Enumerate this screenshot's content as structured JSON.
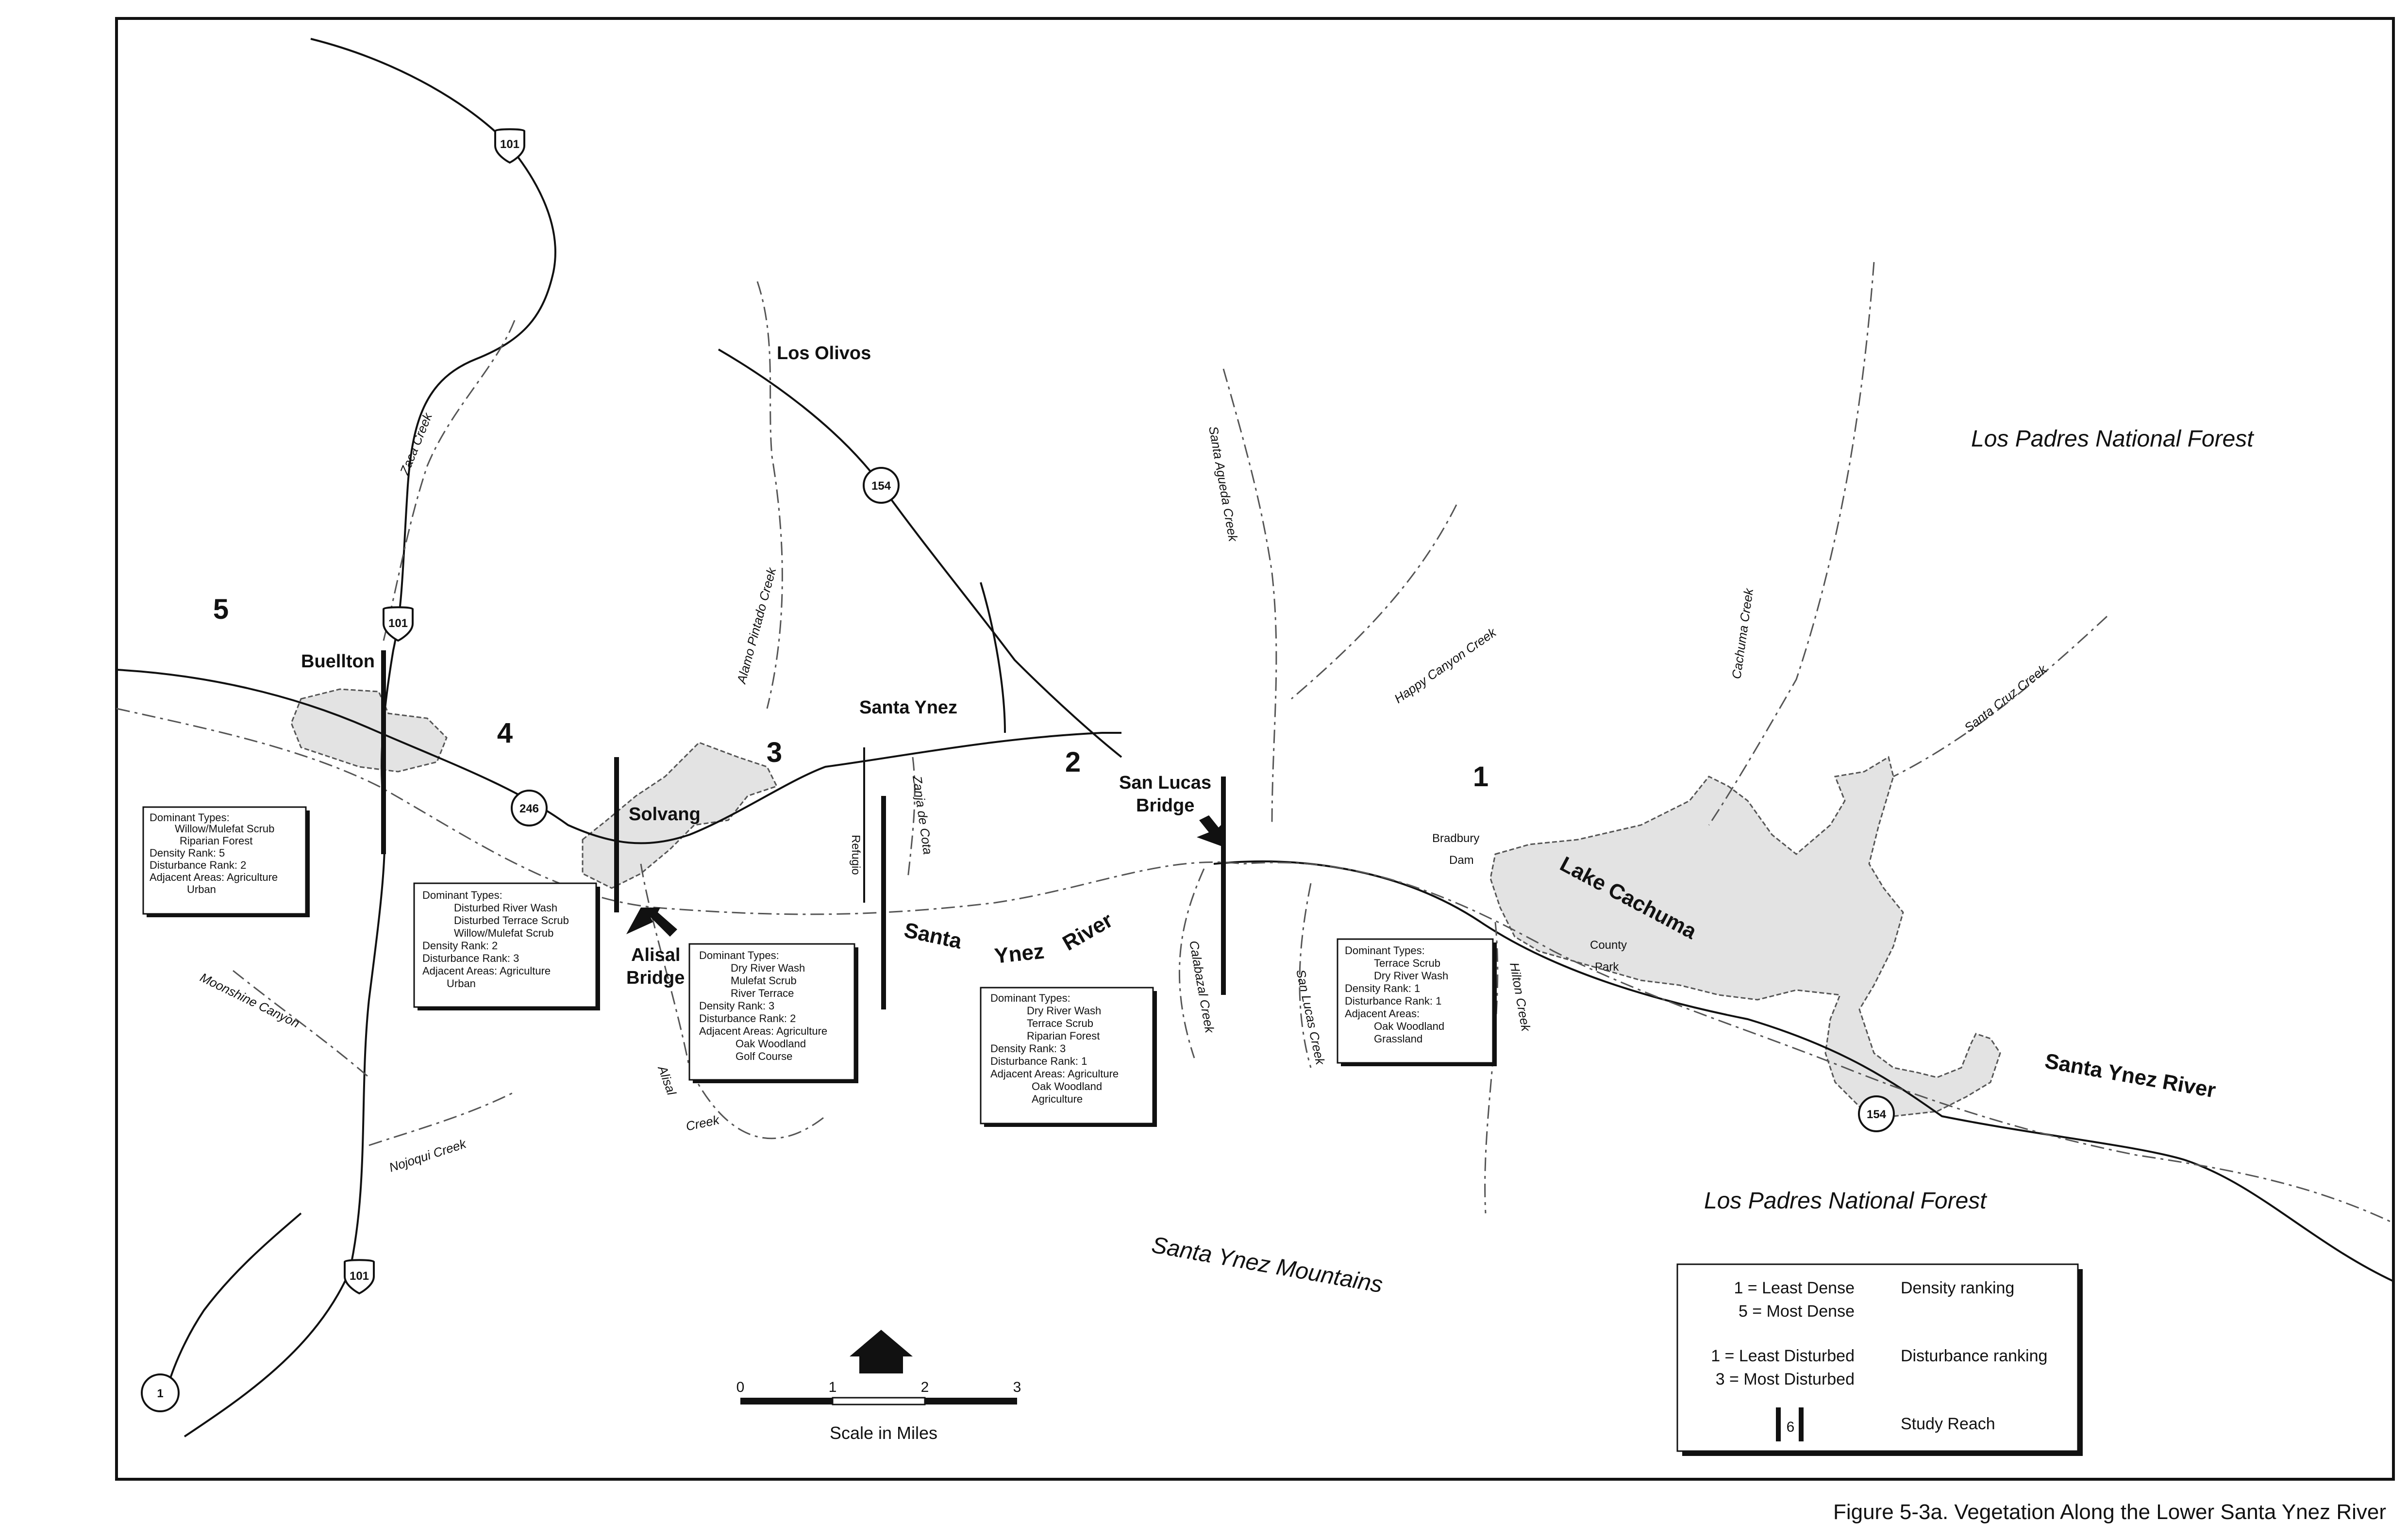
{
  "figure_caption": "Figure 5-3a.  Vegetation Along the Lower Santa Ynez River",
  "places": {
    "los_olivos": "Los Olivos",
    "buellton": "Buellton",
    "santa_ynez": "Santa Ynez",
    "solvang": "Solvang",
    "san_lucas_bridge_1": "San Lucas",
    "san_lucas_bridge_2": "Bridge",
    "alisal_bridge_1": "Alisal",
    "alisal_bridge_2": "Bridge",
    "bradbury_1": "Bradbury",
    "bradbury_2": "Dam",
    "county_park_1": "County",
    "county_park_2": "Park",
    "refugio": "Refugio",
    "lake_cachuma": "Lake Cachuma",
    "santa_ynez_river_main": "Santa Ynez River",
    "santa_ynez_river_word1": "Santa",
    "santa_ynez_river_word2": "Ynez",
    "santa_ynez_river_word3": "River",
    "forest_north": "Los Padres National Forest",
    "forest_south": "Los Padres National Forest",
    "mountains": "Santa Ynez Mountains"
  },
  "creeks": {
    "zaca": "Zaca Creek",
    "alamo_pintado": "Alamo Pintado Creek",
    "santa_agueda": "Santa Agueda Creek",
    "happy_canyon": "Happy Canyon Creek",
    "cachuma": "Cachuma Creek",
    "santa_cruz": "Santa Cruz Creek",
    "zanja_de_cota": "Zanja de Cota",
    "calabazal": "Calabazal Creek",
    "san_lucas": "San Lucas Creek",
    "hilton": "Hilton Creek",
    "alisal_1": "Alisal",
    "alisal_2": "Creek",
    "moonshine": "Moonshine Canyon",
    "nojoqui": "Nojoqui Creek"
  },
  "highways": {
    "h101_north": "101",
    "h101_buellton": "101",
    "h101_south": "101",
    "h154_north": "154",
    "h154_east": "154",
    "h246": "246",
    "h1": "1"
  },
  "reaches": {
    "r1": "1",
    "r2": "2",
    "r3": "3",
    "r4": "4",
    "r5": "5"
  },
  "info_boxes": [
    {
      "lines": [
        "Dominant Types:",
        "Willow/Mulefat Scrub",
        "Riparian Forest",
        "Density Rank:  5",
        "Disturbance Rank: 2",
        "Adjacent Areas: Agriculture",
        "Urban"
      ]
    },
    {
      "lines": [
        "Dominant Types:",
        "Disturbed River Wash",
        "Disturbed Terrace Scrub",
        "Willow/Mulefat Scrub",
        "Density Rank: 2",
        "Disturbance Rank: 3",
        "Adjacent Areas: Agriculture",
        "Urban"
      ]
    },
    {
      "lines": [
        "Dominant Types:",
        "Dry River Wash",
        "Mulefat Scrub",
        "River Terrace",
        "Density Rank: 3",
        "Disturbance Rank: 2",
        "Adjacent Areas: Agriculture",
        "Oak Woodland",
        "Golf Course"
      ]
    },
    {
      "lines": [
        "Dominant Types:",
        "Dry River Wash",
        "Terrace Scrub",
        "Riparian Forest",
        "Density Rank: 3",
        "Disturbance Rank: 1",
        "Adjacent Areas: Agriculture",
        "Oak Woodland",
        "Agriculture"
      ]
    },
    {
      "lines": [
        "Dominant Types:",
        "Terrace Scrub",
        "Dry River Wash",
        "Density Rank:  1",
        "Disturbance Rank: 1",
        "Adjacent Areas:",
        "Oak Woodland",
        "Grassland"
      ]
    }
  ],
  "scale": {
    "ticks": [
      "0",
      "1",
      "2",
      "3"
    ],
    "label": "Scale in Miles",
    "north": "N"
  },
  "legend": {
    "density_low": "1 = Least Dense",
    "density_high": "5 = Most Dense",
    "density_title": "Density ranking",
    "disturb_low": "1 = Least Disturbed",
    "disturb_high": "3 = Most Disturbed",
    "disturb_title": "Disturbance ranking",
    "reach_sample": "6",
    "reach_title": "Study Reach"
  }
}
